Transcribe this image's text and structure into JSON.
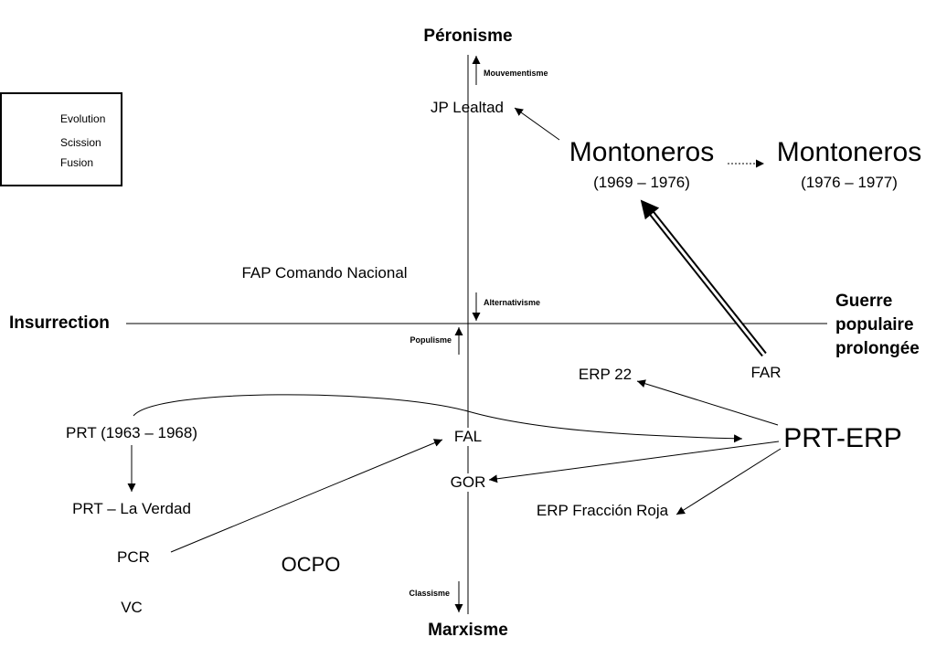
{
  "legend": {
    "evolution": "Evolution",
    "scission": "Scission",
    "fusion": "Fusion"
  },
  "poles": {
    "top": "Péronisme",
    "bottom": "Marxisme",
    "left": "Insurrection",
    "right_line1": "Guerre",
    "right_line2": "populaire",
    "right_line3": "prolongée"
  },
  "axis_labels": {
    "mouvementisme": "Mouvementisme",
    "alternativisme": "Alternativisme",
    "populisme": "Populisme",
    "classisme": "Classisme"
  },
  "orgs": {
    "jp_lealtad": "JP Lealtad",
    "montoneros_a": "Montoneros",
    "montoneros_a_dates": "(1969 – 1976)",
    "montoneros_b": "Montoneros",
    "montoneros_b_dates": "(1976 – 1977)",
    "fap": "FAP Comando Nacional",
    "erp22": "ERP 22",
    "far": "FAR",
    "prt_1963": "PRT (1963 – 1968)",
    "fal": "FAL",
    "prt_erp": "PRT-ERP",
    "gor": "GOR",
    "prt_verdad": "PRT – La Verdad",
    "erp_fraccion": "ERP Fracción Roja",
    "pcr": "PCR",
    "ocpo": "OCPO",
    "vc": "VC"
  }
}
